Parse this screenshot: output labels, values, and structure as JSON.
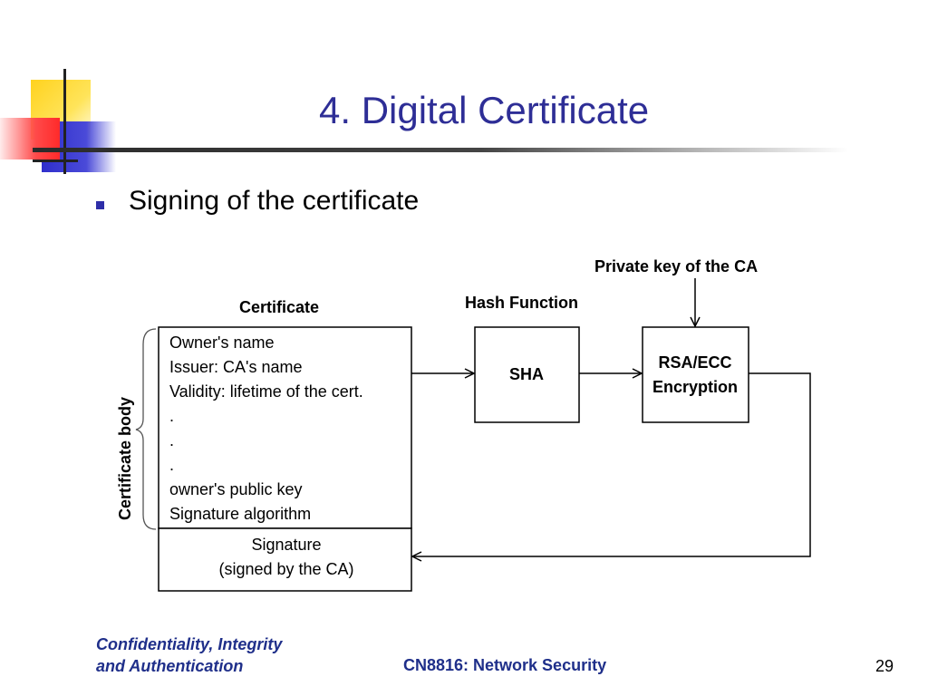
{
  "slide": {
    "title": "4. Digital Certificate",
    "bullet": "Signing of the certificate",
    "page_number": "29"
  },
  "diagram": {
    "private_key_label": "Private key of the CA",
    "hash_function_label": "Hash Function",
    "certificate_label": "Certificate",
    "certificate_body_label": "Certificate body",
    "certificate_fields": [
      "Owner's name",
      "Issuer: CA's name",
      "Validity: lifetime of the  cert.",
      ".",
      ".",
      ".",
      "owner's public key",
      "Signature algorithm"
    ],
    "signature_line1": "Signature",
    "signature_line2": "(signed by the CA)",
    "sha_label": "SHA",
    "encryption_line1": "RSA/ECC",
    "encryption_line2": "Encryption"
  },
  "footer": {
    "left_line1": "Confidentiality, Integrity",
    "left_line2": "and Authentication",
    "center": "CN8816: Network Security"
  },
  "colors": {
    "title": "#2e2e96",
    "footer_text": "#1f2f8a",
    "accent_yellow": "#ffd21e",
    "accent_red": "#ff3a3a",
    "accent_blue": "#3333cc"
  }
}
